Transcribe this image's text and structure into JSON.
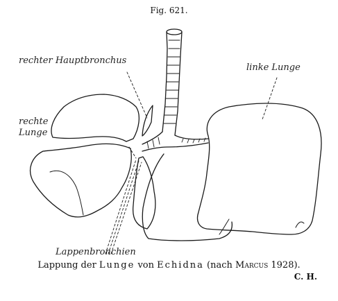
{
  "figure": {
    "number_label": "Fig. 621.",
    "labels": {
      "right_main_bronchus": "rechter Hauptbronchus",
      "left_lung": "linke Lunge",
      "right_lung_line1": "rechte",
      "right_lung_line2": "Lunge",
      "lobe_bronchi": "Lappenbronchien"
    },
    "caption": {
      "part1": "Lappung der ",
      "part2_spaced": "Lunge",
      "part3": " von ",
      "part4_spaced": "Echidna",
      "part5": " (nach ",
      "part6_smallcaps": "Marcus",
      "part7": " 1928)."
    },
    "author": "C. H."
  }
}
